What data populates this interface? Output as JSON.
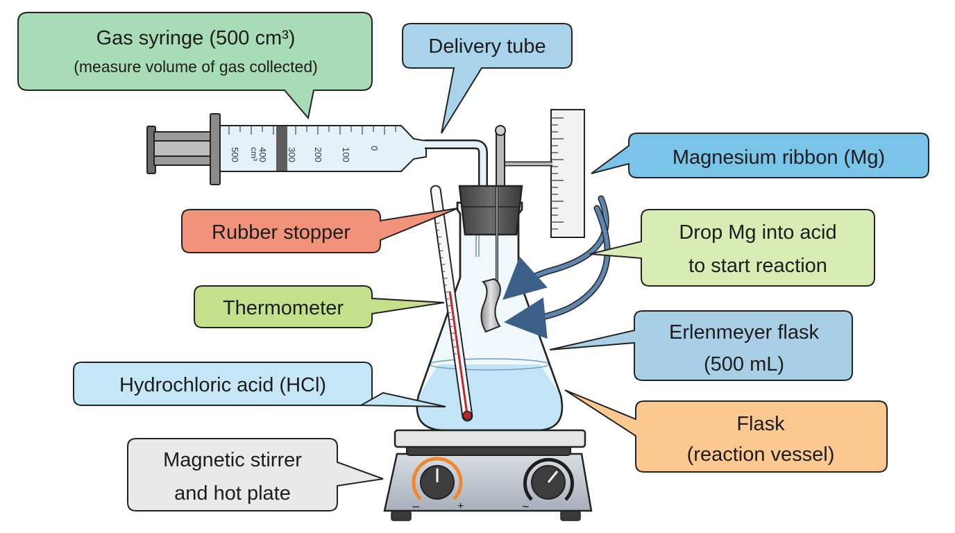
{
  "labels": {
    "gas_syringe": {
      "title": "Gas syringe (500 cm³)",
      "subtitle": "(measure volume of gas collected)",
      "color": "#a8dcb6"
    },
    "delivery_tube": {
      "text": "Delivery tube",
      "color": "#a9d3ea"
    },
    "magnesium_ribbon": {
      "text": "Magnesium ribbon (Mg)",
      "color": "#79c4e8"
    },
    "rubber_stopper": {
      "text": "Rubber stopper",
      "color": "#f0937a"
    },
    "drop_mg": {
      "line1": "Drop Mg into acid",
      "line2": "to start reaction",
      "color": "#d9ecb3"
    },
    "thermometer": {
      "text": "Thermometer",
      "color": "#c4e08a"
    },
    "erlenmeyer": {
      "line1": "Erlenmeyer flask",
      "line2": "(500 mL)",
      "color": "#a9cfe6"
    },
    "hcl": {
      "text": "Hydrochloric acid (HCl)",
      "color": "#c5e6f6"
    },
    "flask": {
      "line1": "Flask",
      "line2": "(reaction vessel)",
      "color": "#fbc98f"
    },
    "stirrer": {
      "line1": "Magnetic stirrer",
      "line2": "and hot plate",
      "color": "#e9e9e9"
    }
  },
  "syringe_scale": {
    "ticks": [
      "0",
      "100",
      "200",
      "300",
      "400",
      "500"
    ],
    "unit": "cm³"
  },
  "hotplate_knobs": {
    "left_minus": "–",
    "left_plus": "+",
    "right_symbol": "~",
    "accent": "#f0862e"
  }
}
